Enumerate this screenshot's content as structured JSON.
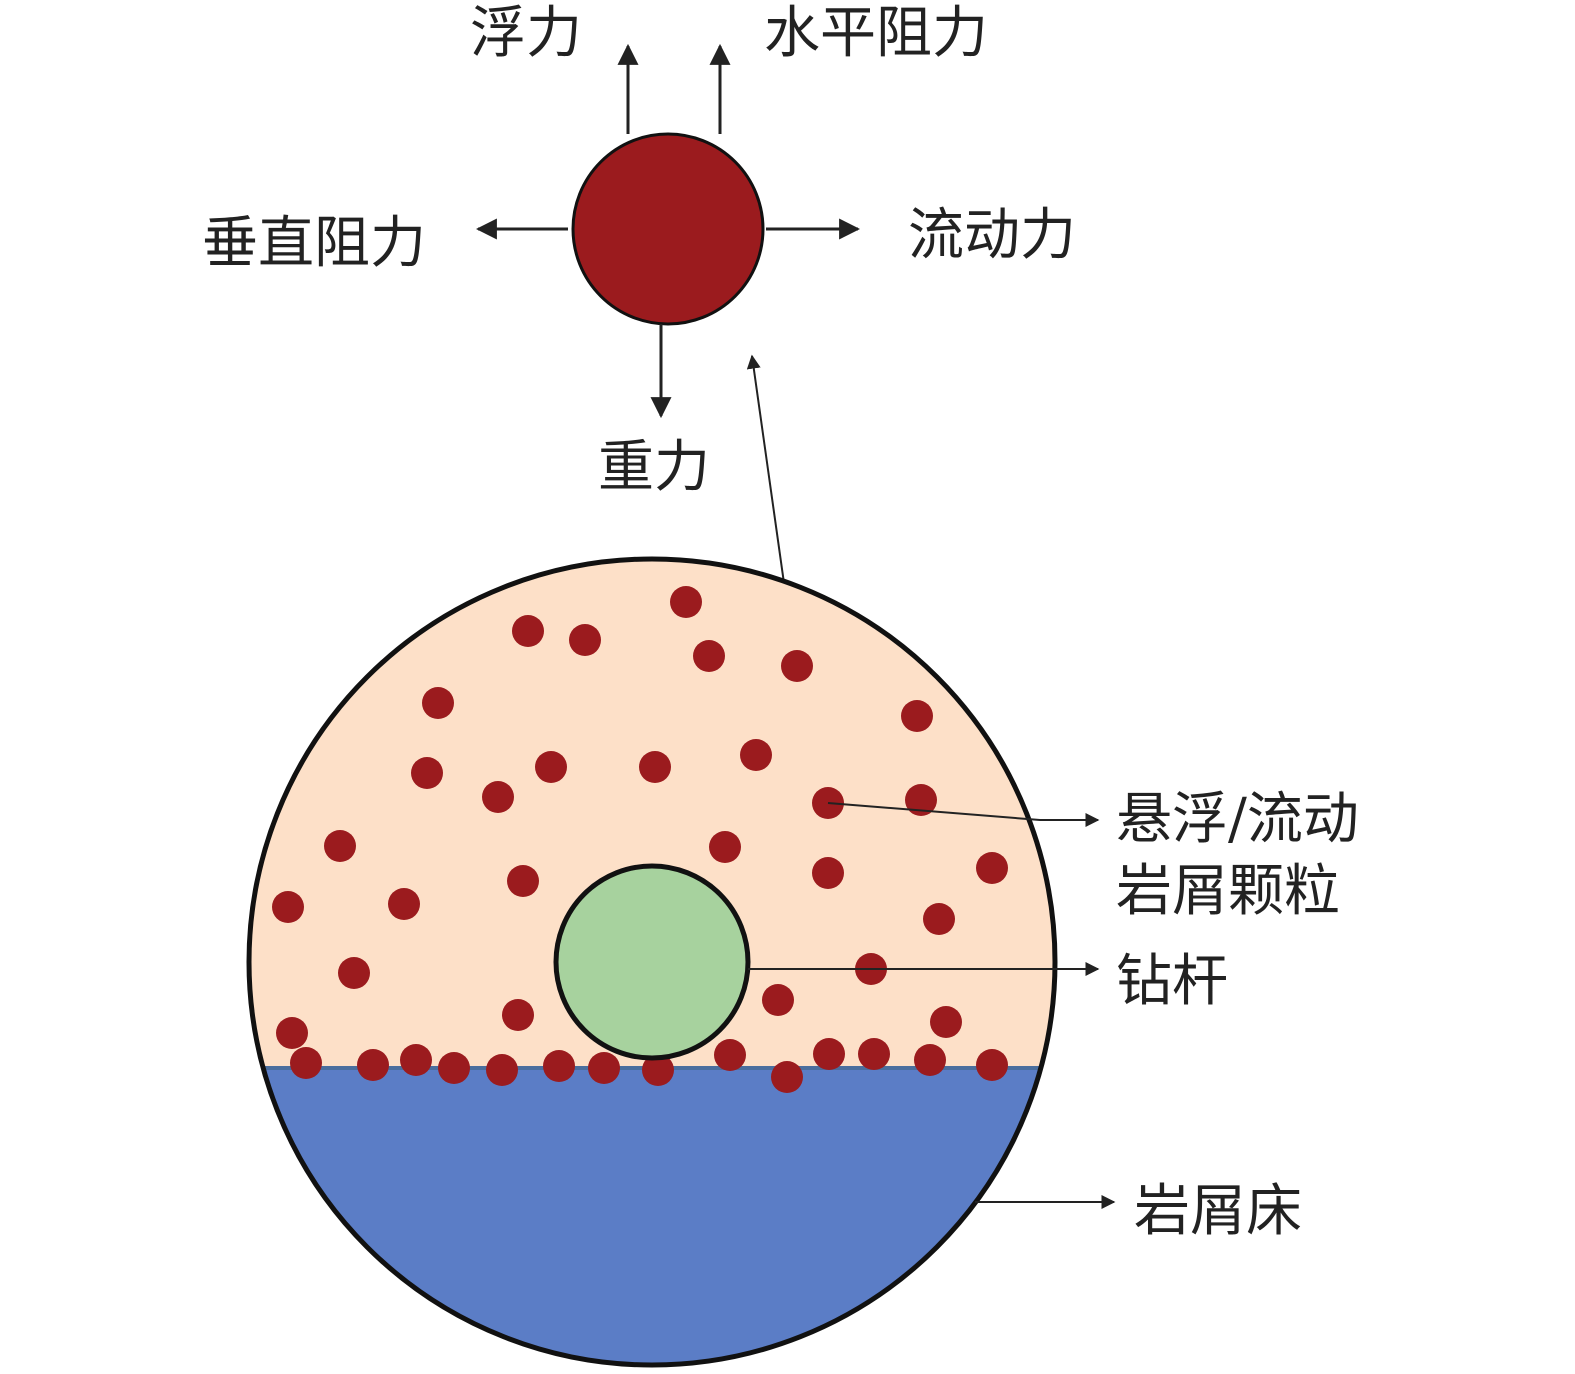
{
  "force_labels": {
    "buoyancy": "浮力",
    "horizontal_drag": "水平阻力",
    "vertical_drag": "垂直阻力",
    "flow_force": "流动力",
    "gravity": "重力"
  },
  "annotations": {
    "suspended_line1": "悬浮/流动",
    "suspended_line2": "岩屑颗粒",
    "drill_pipe": "钻杆",
    "cuttings_bed": "岩屑床"
  },
  "colors": {
    "particle": "#9b1b1e",
    "fluid": "#fde0c8",
    "drill_pipe": "#a7d29e",
    "cuttings_bed": "#5b7dc6",
    "outline": "#111111"
  }
}
